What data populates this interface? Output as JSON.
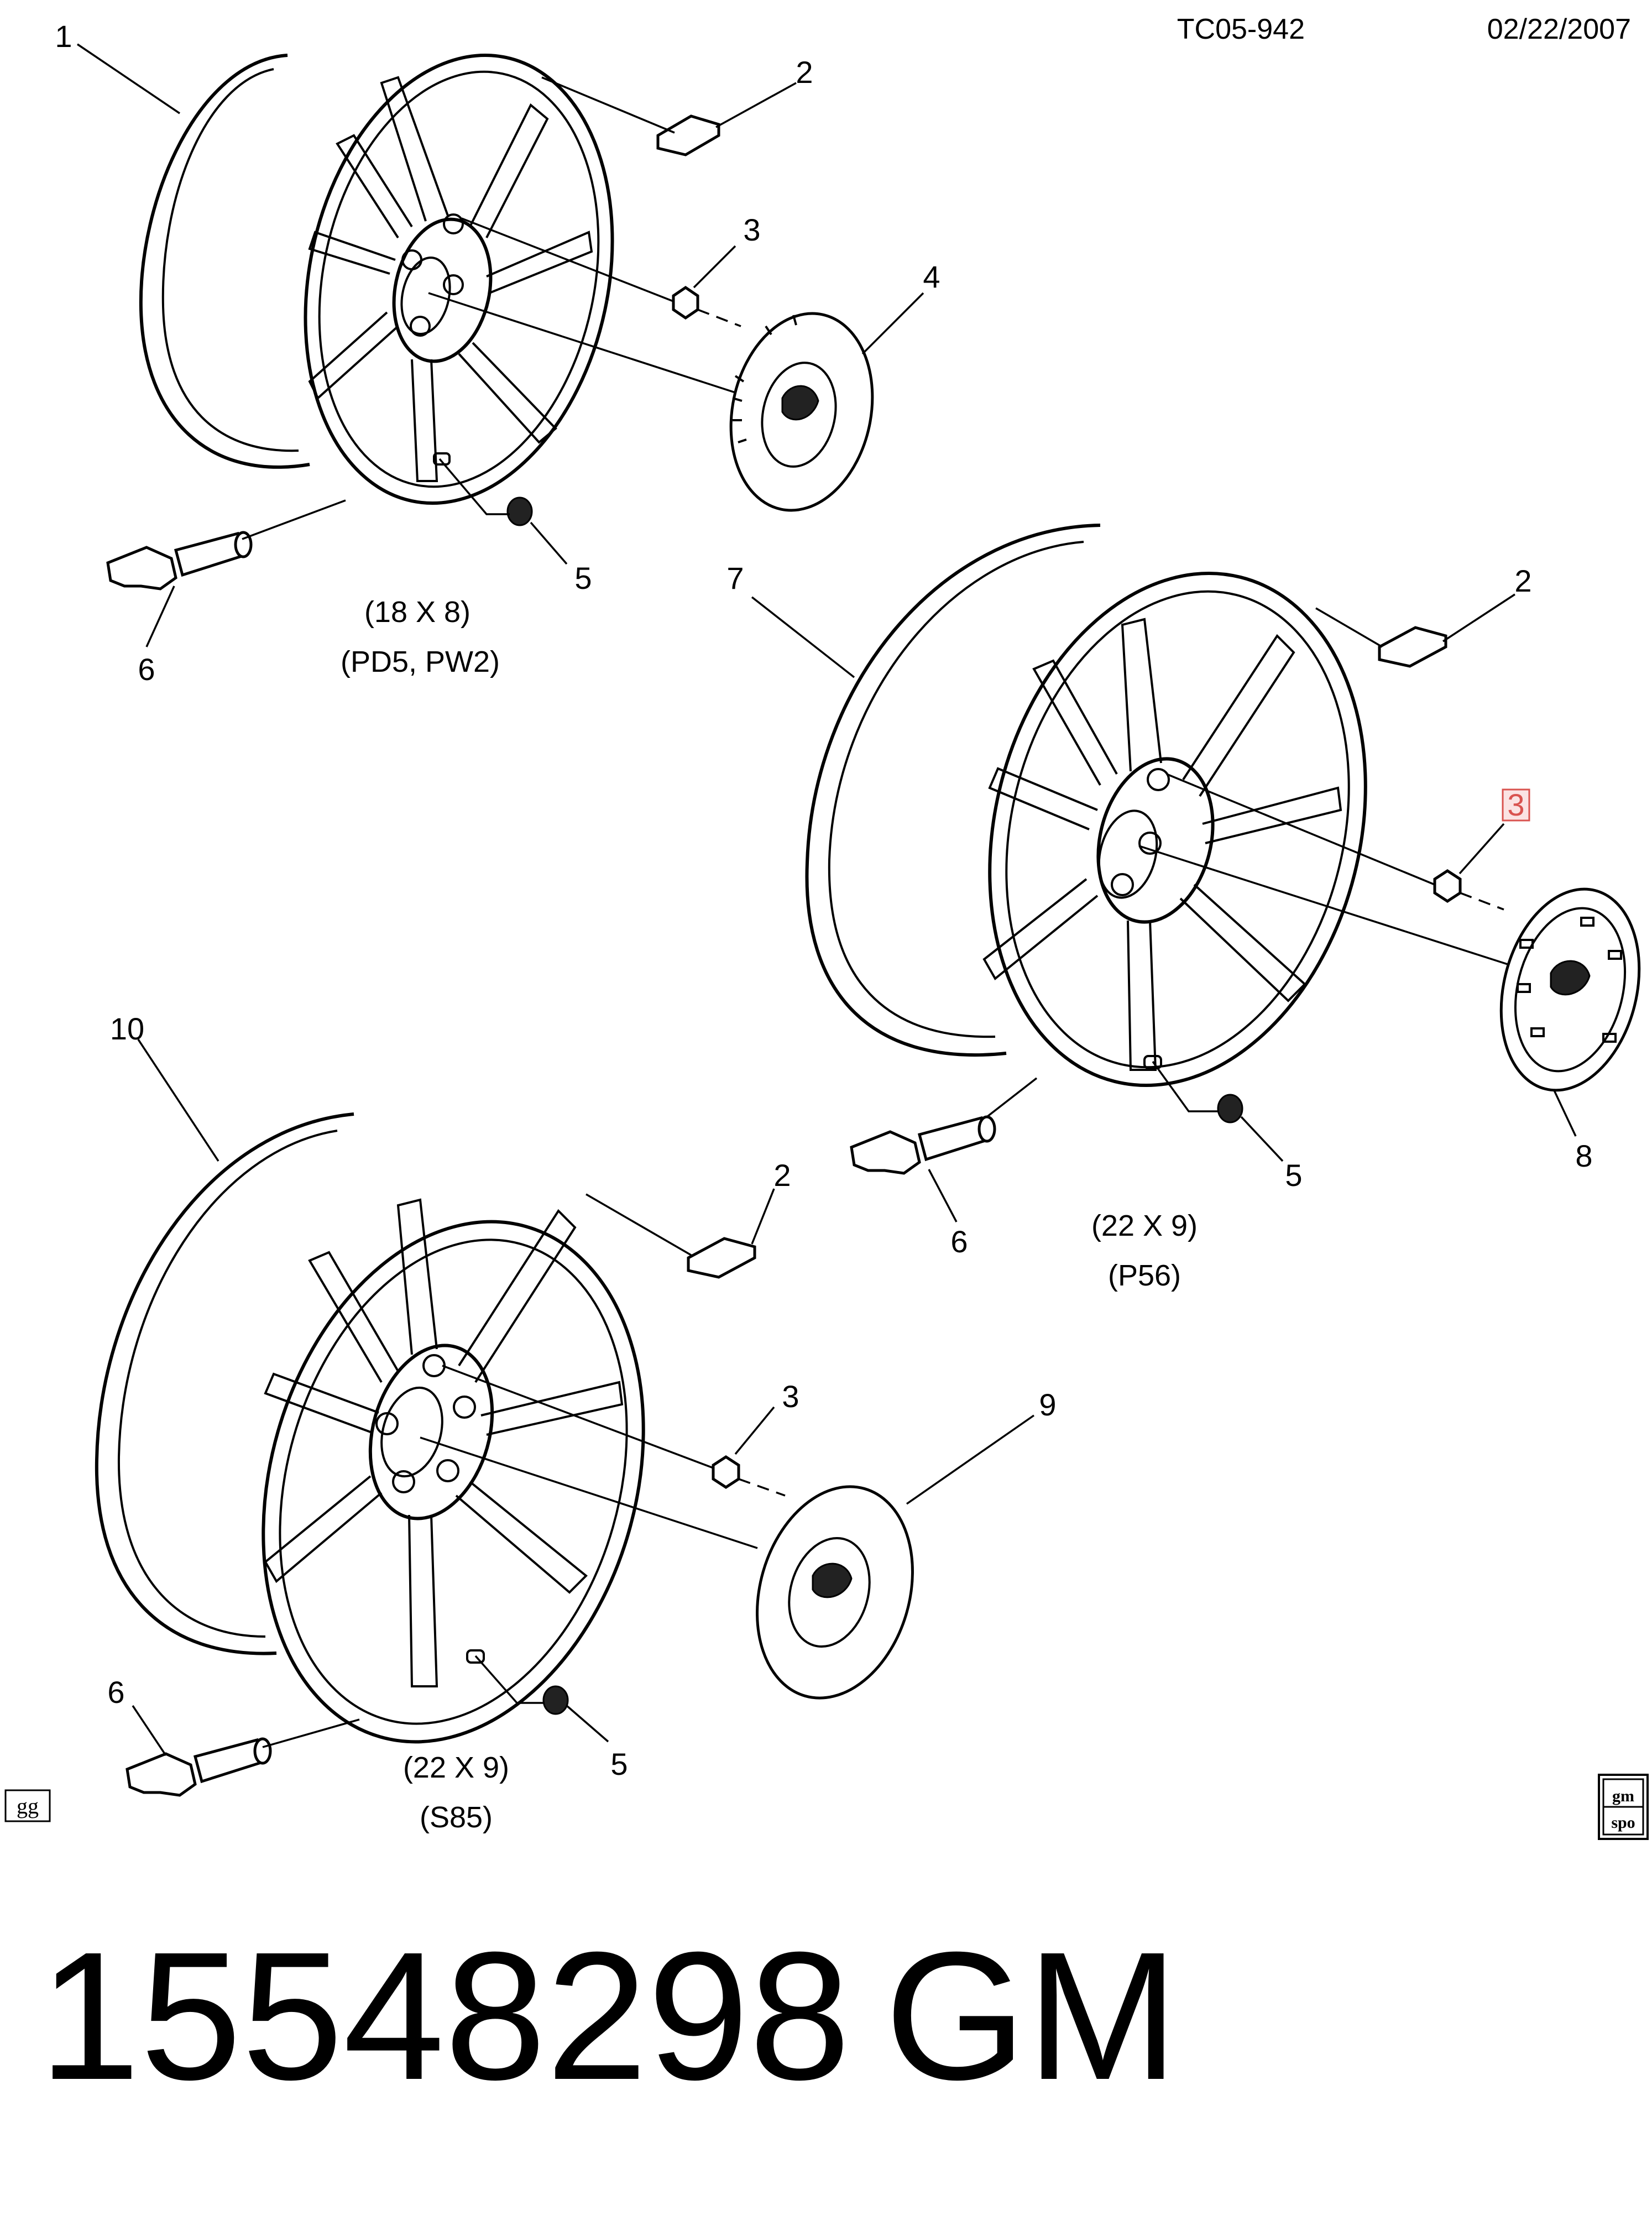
{
  "header": {
    "code": "TC05-942",
    "date": "02/22/2007"
  },
  "footer": {
    "part_number": "15548298",
    "brand": "GM"
  },
  "badges": {
    "left": "gg",
    "right_top": "gm",
    "right_bottom": "spo"
  },
  "assemblies": [
    {
      "id": "wheel-18x8",
      "size": "(18 X 8)",
      "codes": "(PD5, PW2)",
      "callouts": {
        "wheel": "1",
        "weight": "2",
        "nut": "3",
        "cap": "4",
        "cap_nut": "5",
        "sensor": "6"
      }
    },
    {
      "id": "wheel-22x9-p56",
      "size": "(22 X 9)",
      "codes": "(P56)",
      "callouts": {
        "wheel": "7",
        "weight": "2",
        "nut": "3",
        "cap": "8",
        "cap_nut": "5",
        "sensor": "6"
      }
    },
    {
      "id": "wheel-22x9-s85",
      "size": "(22 X 9)",
      "codes": "(S85)",
      "callouts": {
        "wheel": "10",
        "weight": "2",
        "nut": "3",
        "cap": "9",
        "cap_nut": "5",
        "sensor": "6"
      }
    }
  ],
  "colors": {
    "ink": "#000000",
    "highlight": "#d9534f",
    "highlight_fill": "#fbe3e3"
  }
}
